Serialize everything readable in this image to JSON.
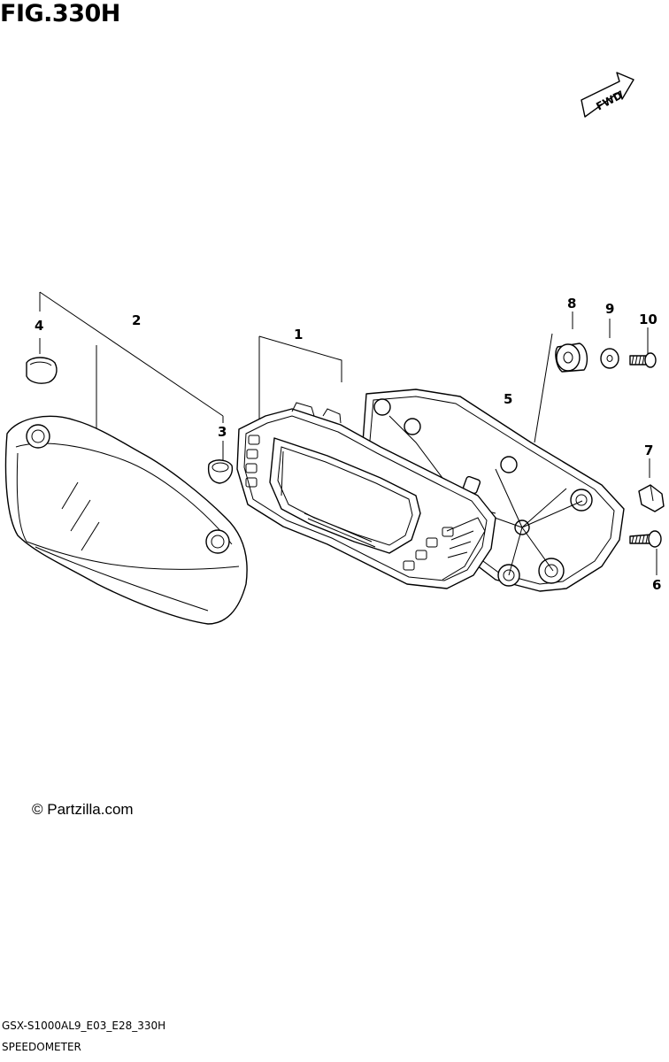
{
  "figure": {
    "title": "FIG.330H",
    "fwd_label": "FWD",
    "copyright": "Partzilla.com",
    "model_code": "GSX-S1000AL9_E03_E28_330H",
    "section_name": "SPEEDOMETER"
  },
  "callouts": {
    "c1": "1",
    "c2": "2",
    "c3": "3",
    "c4": "4",
    "c5": "5",
    "c6": "6",
    "c7": "7",
    "c8": "8",
    "c9": "9",
    "c10": "10"
  },
  "icons": {
    "copyright_symbol": "©",
    "fwd_arrow": "fwd-arrow-icon"
  }
}
